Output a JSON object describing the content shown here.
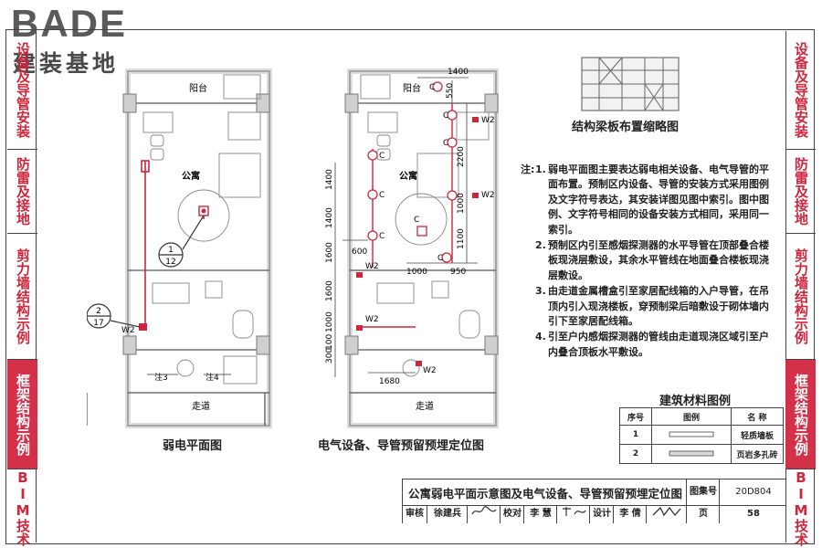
{
  "logo": {
    "word": "BADE",
    "sub": "建装基地"
  },
  "side_left": [
    {
      "label": "设备及导管安装"
    },
    {
      "label": "防雷及接地"
    },
    {
      "label": "剪力墙结构示例"
    },
    {
      "label": "框架结构示例",
      "active": true
    },
    {
      "label": "BIM技术"
    }
  ],
  "side_right": [
    {
      "label": "设备及导管安装"
    },
    {
      "label": "防雷及接地"
    },
    {
      "label": "剪力墙结构示例"
    },
    {
      "label": "框架结构示例",
      "active": true
    },
    {
      "label": "BIM技术"
    }
  ],
  "plan1": {
    "caption": "弱电平面图",
    "room_balcony": "阳台",
    "room_apartment": "公寓",
    "corridor": "走道",
    "ref_1_top": "1",
    "ref_1_bottom": "12",
    "ref_2_top": "2",
    "ref_2_bottom": "17",
    "w2": "W2",
    "note3": "注3",
    "note4": "注4"
  },
  "plan2": {
    "caption": "电气设备、导管预留预埋定位图",
    "room_balcony": "阳台",
    "room_apartment": "公寓",
    "corridor": "走道",
    "dims": {
      "top_h": "1400",
      "top_v": "550",
      "right_v1": "2200",
      "right_v2": "1000",
      "right_v3": "1100",
      "bottom_h1": "1000",
      "bottom_h2": "950",
      "left_h": "600",
      "left_v1": "1400",
      "left_v2": "1400",
      "left_v3": "1600",
      "left_v4": "1600",
      "left_v5": "1000",
      "left_v6": "100",
      "left_v7": "300",
      "bottom_h3": "1680"
    },
    "c_label": "C",
    "w2": "W2"
  },
  "beam": {
    "caption": "结构梁板布置缩略图"
  },
  "notes": {
    "head": "注:",
    "items": [
      {
        "num": "1.",
        "text": "弱电平面图主要表达弱电相关设备、电气导管的平面布置。预制区内设备、导管的安装方式采用图例及文字符号表达，其安装详图见图中索引。图中图例、文字符号相同的设备安装方式相同，采用同一索引。"
      },
      {
        "num": "2.",
        "text": "预制区内引至感烟探测器的水平导管在顶部叠合楼板现浇层敷设，其余水平管线在地面叠合楼板现浇层敷设。"
      },
      {
        "num": "3.",
        "text": "由走道金属槽盒引至家居配线箱的入户导管，在吊顶内引入现浇楼板，穿预制梁后暗敷设于砌体墙内引下至家居配线箱。"
      },
      {
        "num": "4.",
        "text": "引至户内感烟探测器的管线由走道现浇区域引至户内叠合顶板水平敷设。"
      }
    ]
  },
  "legend": {
    "title": "建筑材料图例",
    "headers": [
      "序号",
      "图例",
      "名 称"
    ],
    "rows": [
      {
        "no": "1",
        "name": "轻质墙板"
      },
      {
        "no": "2",
        "name": "页岩多孔砖"
      }
    ]
  },
  "title_block": {
    "title": "公寓弱电平面示意图及电气设备、导管预留预埋定位图",
    "atlas_label": "图集号",
    "atlas_no": "20D804",
    "review_label": "审核",
    "review_name": "徐建兵",
    "check_label": "校对",
    "check_name": "李 慧",
    "design_label": "设计",
    "design_name": "李 倩",
    "page_label": "页",
    "page_no": "58"
  },
  "colors": {
    "accent": "#d3304a",
    "red_text": "#d0263c",
    "line": "#444444",
    "wall": "#bdbdbd"
  }
}
